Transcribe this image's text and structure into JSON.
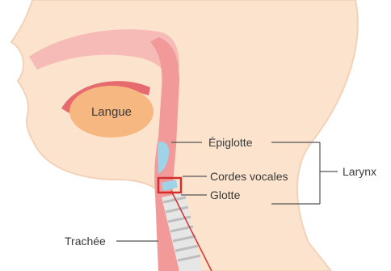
{
  "labels": {
    "tongue": "Langue",
    "epiglottis": "Épiglotte",
    "vocal_cords": "Cordes vocales",
    "glottis": "Glotte",
    "larynx": "Larynx",
    "trachea": "Trachée"
  },
  "colors": {
    "skin": "#FCE3CD",
    "skin_outline": "#F2D2B8",
    "airway": "#F29A9A",
    "airway_dark": "#E56B6F",
    "tongue": "#F7B780",
    "epiglottis": "#9FD3E8",
    "trachea_ring": "#C8C8C8",
    "highlight_box": "#D32F2F",
    "leader_line": "#555555"
  }
}
